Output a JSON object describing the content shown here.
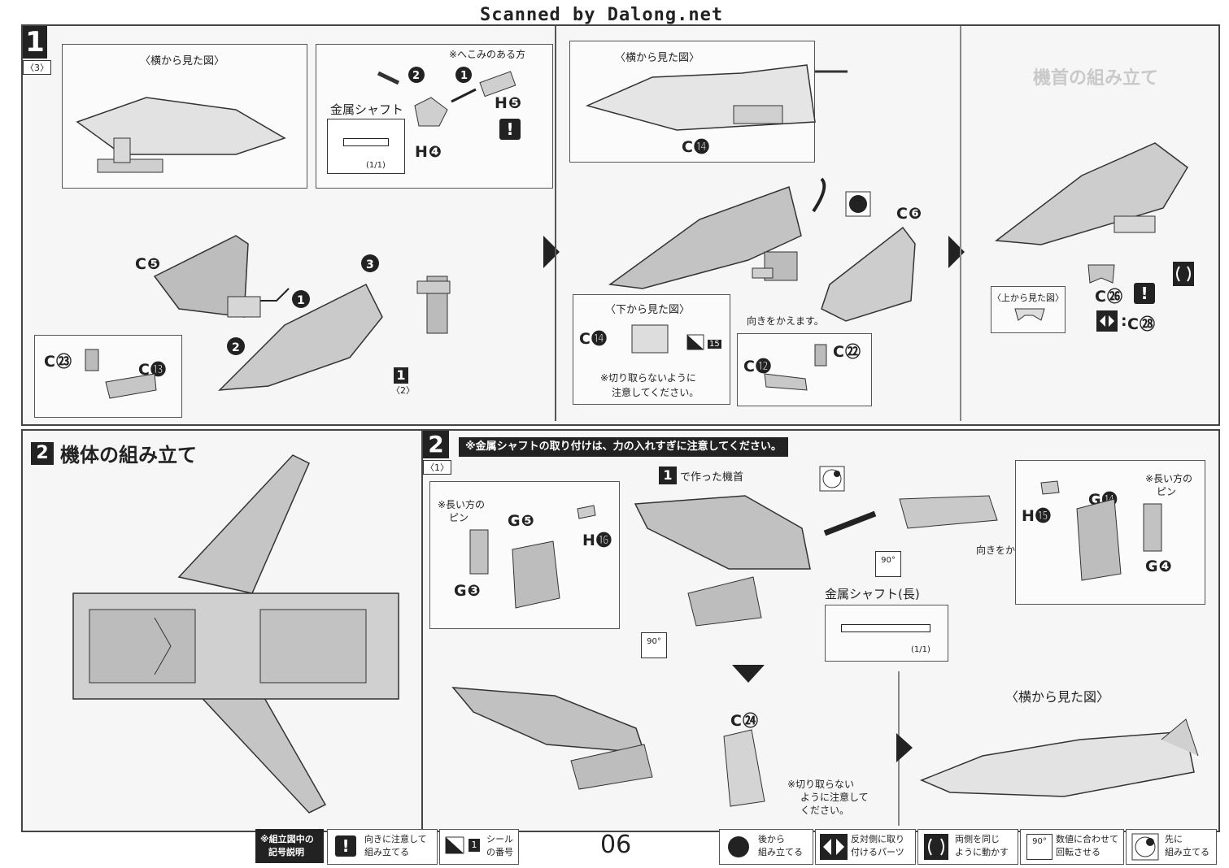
{
  "header": {
    "scan_credit": "Scanned by Dalong.net"
  },
  "step1": {
    "number": "1",
    "sub_ref": "〈3〉",
    "side_view_title": "〈横から見た図〉",
    "dent_note": "※へこみのある方",
    "metal_shaft_label": "金属シャフト",
    "shaft_count": "(1/1)",
    "seq_1": "1",
    "seq_2": "2",
    "seq_3": "3",
    "parts": {
      "h5": "H❺",
      "h4": "H❹",
      "c5": "C❺",
      "c23": "C㉓",
      "c13": "C⓭",
      "c14_top": "C⓮",
      "c6": "C❻",
      "c14_box": "C⓮",
      "c12": "C⓬",
      "c22": "C㉒",
      "c26": "C㉖",
      "c28": "C㉘"
    },
    "cockpit_ref": "1",
    "cockpit_ref_sub": "〈2〉",
    "bottom_view_title": "〈下から見た図〉",
    "sticker_number": "15",
    "cut_note_line1": "※切り取らないように",
    "cut_note_line2": "注意してください。",
    "turn_note": "向きをかえます。",
    "top_view_title": "〈上から見た図〉",
    "mirror_separator": ":",
    "ghost_title": "機首の組み立て"
  },
  "step2_left": {
    "number": "2",
    "title": "機体の組み立て"
  },
  "step2_right": {
    "number": "2",
    "sub_ref": "〈1〉",
    "warning": "※金属シャフトの取り付けは、力の入れすぎに注意してください。",
    "made_in_step": "で作った機首",
    "made_in_ref": "1",
    "long_pin_left_1": "※長い方の",
    "long_pin_left_2": "ピン",
    "long_pin_right_1": "※長い方の",
    "long_pin_right_2": "ピン",
    "parts": {
      "g5": "G❺",
      "h16": "H⓰",
      "g3": "G❸",
      "g14": "G⓮",
      "h15": "H⓯",
      "g4": "G❹",
      "c24": "C㉔"
    },
    "rotate_deg": "90°",
    "rotate_deg_2": "90°",
    "turn_note": "向きをかえます。",
    "long_shaft_label": "金属シャフト(長)",
    "shaft_count": "(1/1)",
    "side_view_title": "〈横から見た図〉",
    "cut_note_1": "※切り取らない",
    "cut_note_2": "ように注意して",
    "cut_note_3": "ください。"
  },
  "legend": {
    "title_line1": "※組立図中の",
    "title_line2": "記号説明",
    "items": [
      {
        "icon": "exclamation-icon",
        "line1": "向きに注意して",
        "line2": "組み立てる"
      },
      {
        "icon": "sticker-icon",
        "icon_number": "1",
        "line1": "シール",
        "line2": "の番号"
      },
      {
        "icon": "back-circle-icon",
        "line1": "後から",
        "line2": "組み立てる"
      },
      {
        "icon": "mirror-arrows-icon",
        "line1": "反対側に取り",
        "line2": "付けるパーツ"
      },
      {
        "icon": "both-move-icon",
        "line1": "両側を同じ",
        "line2": "ように動かす"
      },
      {
        "icon": "rotate-90-icon",
        "icon_label": "90°",
        "line1": "数値に合わせて",
        "line2": "回転させる"
      },
      {
        "icon": "first-circle-icon",
        "line1": "先に",
        "line2": "組み立てる"
      }
    ]
  },
  "page_number": "06",
  "colors": {
    "ink": "#222222",
    "paper": "#ffffff",
    "ghost": "#c9c9c9",
    "panel": "#f6f6f6"
  }
}
